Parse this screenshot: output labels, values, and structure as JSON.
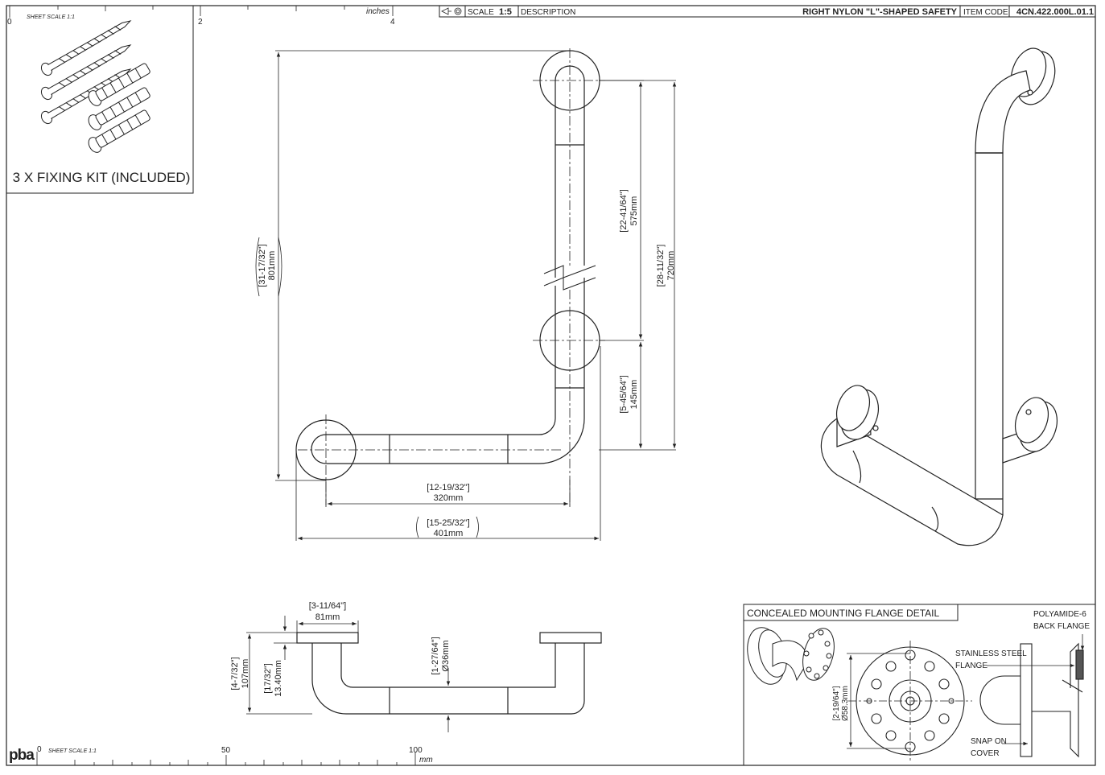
{
  "title_block": {
    "scale_label": "SCALE",
    "scale_value": "1:5",
    "description_label": "DESCRIPTION",
    "description_value": "RIGHT NYLON \"L\"-SHAPED SAFETY",
    "item_code_label": "ITEM CODE",
    "item_code_value": "4CN.422.000L.01.1"
  },
  "rulers": {
    "inch_sheet_scale": "SHEET SCALE 1:1",
    "inch_unit": "inches",
    "inch_ticks": [
      "0",
      "2",
      "4"
    ],
    "mm_sheet_scale": "SHEET SCALE 1:1",
    "mm_unit": "mm",
    "mm_ticks": [
      "0",
      "50",
      "100"
    ]
  },
  "logo": {
    "text": "pba"
  },
  "fixing_kit": {
    "caption": "3 X FIXING KIT (INCLUDED)"
  },
  "front_view": {
    "dim_overall_height_in": "[31-17/32\"]",
    "dim_overall_height_mm": "801mm",
    "dim_upper_height_in": "[22-41/64\"]",
    "dim_upper_height_mm": "575mm",
    "dim_total_height_in": "[28-11/32\"]",
    "dim_total_height_mm": "720mm",
    "dim_lower_height_in": "[5-45/64\"]",
    "dim_lower_height_mm": "145mm",
    "dim_inner_width_in": "[12-19/32\"]",
    "dim_inner_width_mm": "320mm",
    "dim_overall_width_in": "[15-25/32\"]",
    "dim_overall_width_mm": "401mm"
  },
  "side_view": {
    "dim_flange_dia_in": "[3-11/64\"]",
    "dim_flange_dia_mm": "81mm",
    "dim_projection_in": "[4-7/32\"]",
    "dim_projection_mm": "107mm",
    "dim_flange_thk_in": "[17/32\"]",
    "dim_flange_thk_mm": "13.40mm",
    "dim_tube_dia_in": "[1-27/64\"]",
    "dim_tube_dia_mm": "Ø36mm"
  },
  "flange_detail": {
    "title": "CONCEALED MOUNTING FLANGE DETAIL",
    "label_poly_1": "POLYAMIDE-6",
    "label_poly_2": "BACK FLANGE",
    "label_steel_1": "STAINLESS STEEL",
    "label_steel_2": "FLANGE",
    "label_snap_1": "SNAP ON",
    "label_snap_2": "COVER",
    "dim_flange_in": "[2-19/64\"]",
    "dim_flange_mm": "Ø58.3mm"
  },
  "colors": {
    "line": "#222222",
    "paper": "#ffffff"
  }
}
